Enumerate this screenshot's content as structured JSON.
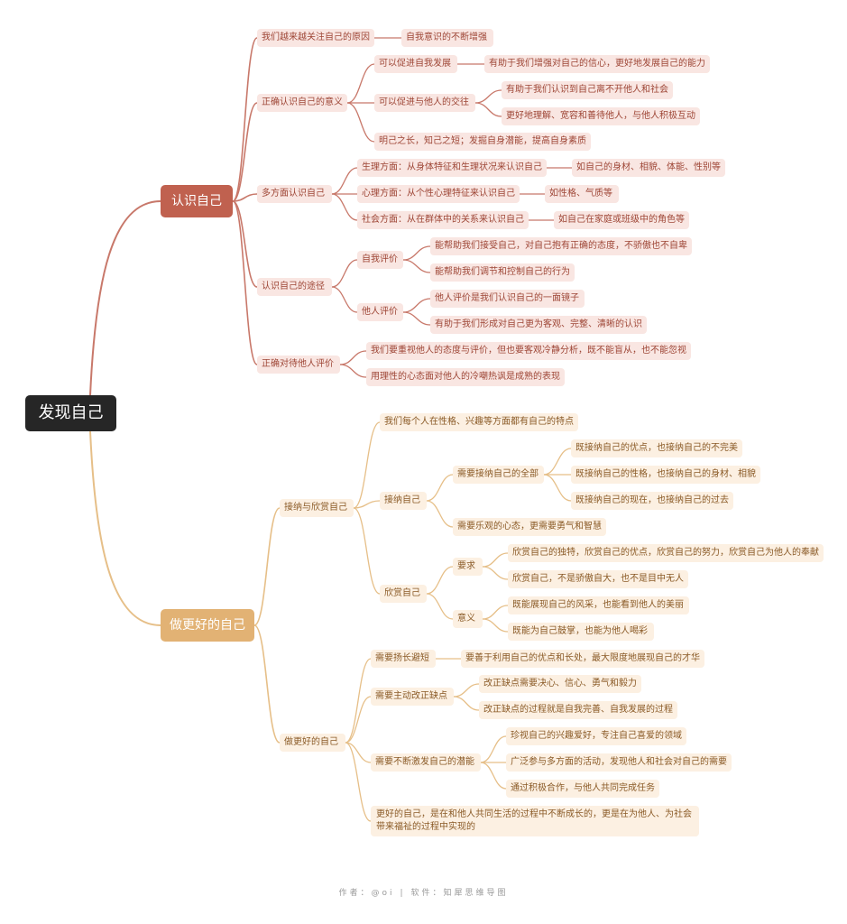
{
  "root": {
    "label": "发现自己"
  },
  "branches": [
    {
      "label": "认识自己",
      "children": [
        {
          "label": "我们越来越关注自己的原因",
          "children": [
            {
              "label": "自我意识的不断增强"
            }
          ]
        },
        {
          "label": "正确认识自己的意义",
          "children": [
            {
              "label": "可以促进自我发展",
              "children": [
                {
                  "label": "有助于我们增强对自己的信心，更好地发展自己的能力"
                }
              ]
            },
            {
              "label": "可以促进与他人的交往",
              "children": [
                {
                  "label": "有助于我们认识到自己离不开他人和社会"
                },
                {
                  "label": "更好地理解、宽容和善待他人，与他人积极互动"
                }
              ]
            },
            {
              "label": "明己之长，知己之短；发掘自身潜能，提高自身素质"
            }
          ]
        },
        {
          "label": "多方面认识自己",
          "children": [
            {
              "label": "生理方面：从身体特征和生理状况来认识自己",
              "children": [
                {
                  "label": "如自己的身材、相貌、体能、性别等"
                }
              ]
            },
            {
              "label": "心理方面：从个性心理特征来认识自己",
              "children": [
                {
                  "label": "如性格、气质等"
                }
              ]
            },
            {
              "label": "社会方面：从在群体中的关系来认识自己",
              "children": [
                {
                  "label": "如自己在家庭或班级中的角色等"
                }
              ]
            }
          ]
        },
        {
          "label": "认识自己的途径",
          "children": [
            {
              "label": "自我评价",
              "children": [
                {
                  "label": "能帮助我们接受自己，对自己抱有正确的态度，不骄傲也不自卑"
                },
                {
                  "label": "能帮助我们调节和控制自己的行为"
                }
              ]
            },
            {
              "label": "他人评价",
              "children": [
                {
                  "label": "他人评价是我们认识自己的一面镜子"
                },
                {
                  "label": "有助于我们形成对自己更为客观、完整、清晰的认识"
                }
              ]
            }
          ]
        },
        {
          "label": "正确对待他人评价",
          "children": [
            {
              "label": "我们要重视他人的态度与评价，但也要客观冷静分析，既不能盲从，也不能忽视"
            },
            {
              "label": "用理性的心态面对他人的冷嘲热讽是成熟的表现"
            }
          ]
        }
      ]
    },
    {
      "label": "做更好的自己",
      "children": [
        {
          "label": "接纳与欣赏自己",
          "children": [
            {
              "label": "我们每个人在性格、兴趣等方面都有自己的特点"
            },
            {
              "label": "接纳自己",
              "children": [
                {
                  "label": "需要接纳自己的全部",
                  "children": [
                    {
                      "label": "既接纳自己的优点，也接纳自己的不完美"
                    },
                    {
                      "label": "既接纳自己的性格，也接纳自己的身材、相貌"
                    },
                    {
                      "label": "既接纳自己的现在，也接纳自己的过去"
                    }
                  ]
                },
                {
                  "label": "需要乐观的心态，更需要勇气和智慧"
                }
              ]
            },
            {
              "label": "欣赏自己",
              "children": [
                {
                  "label": "要求",
                  "children": [
                    {
                      "label": "欣赏自己的独特，欣赏自己的优点，欣赏自己的努力，欣赏自己为他人的奉献"
                    },
                    {
                      "label": "欣赏自己，不是骄傲自大，也不是目中无人"
                    }
                  ]
                },
                {
                  "label": "意义",
                  "children": [
                    {
                      "label": "既能展现自己的风采，也能看到他人的美丽"
                    },
                    {
                      "label": "既能为自己鼓掌，也能为他人喝彩"
                    }
                  ]
                }
              ]
            }
          ]
        },
        {
          "label": "做更好的自己",
          "children": [
            {
              "label": "需要扬长避短",
              "children": [
                {
                  "label": "要善于利用自己的优点和长处，最大限度地展现自己的才华"
                }
              ]
            },
            {
              "label": "需要主动改正缺点",
              "children": [
                {
                  "label": "改正缺点需要决心、信心、勇气和毅力"
                },
                {
                  "label": "改正缺点的过程就是自我完善、自我发展的过程"
                }
              ]
            },
            {
              "label": "需要不断激发自己的潜能",
              "children": [
                {
                  "label": "珍视自己的兴趣爱好，专注自己喜爱的领域"
                },
                {
                  "label": "广泛参与多方面的活动，发现他人和社会对自己的需要"
                },
                {
                  "label": "通过积极合作，与他人共同完成任务"
                }
              ]
            },
            {
              "lines": [
                "更好的自己，是在和他人共同生活的过程中不断成长的，更是在为他人、为社会",
                "带来福祉的过程中实现的"
              ]
            }
          ]
        }
      ]
    }
  ],
  "footer": {
    "author": "作者：@oi",
    "separator": "|",
    "software": "软件：知犀思维导图"
  },
  "colors": {
    "root": "#262626",
    "branch1": "#c0614f",
    "branch1_light": "#f9e6e2",
    "branch1_text": "#9e4636",
    "branch1_line": "#c8786a",
    "branch2": "#e2b274",
    "branch2_light": "#fcf0e2",
    "branch2_text": "#8a5a26",
    "branch2_line": "#e6bf88"
  }
}
